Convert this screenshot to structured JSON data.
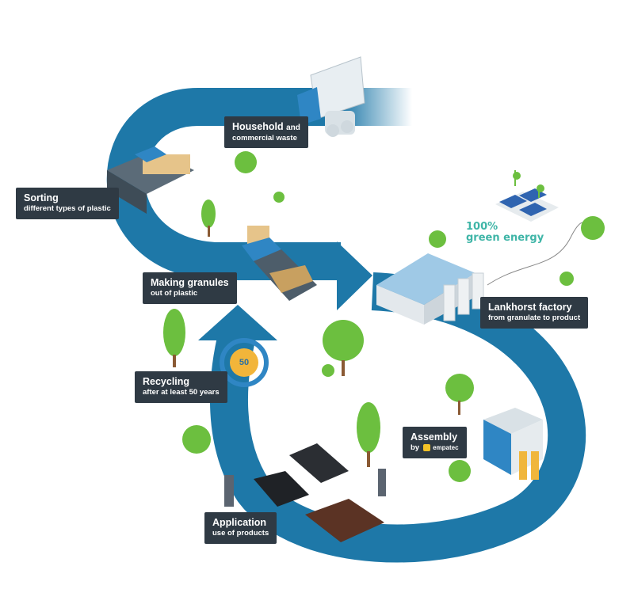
{
  "steps": {
    "household": {
      "title": "Household",
      "title_suffix": "and",
      "subtitle": "commercial waste"
    },
    "sorting": {
      "title": "Sorting",
      "subtitle": "different types of plastic"
    },
    "granules": {
      "title": "Making granules",
      "subtitle": "out of plastic"
    },
    "factory": {
      "title": "Lankhorst factory",
      "subtitle": "from granulate to product"
    },
    "recycling": {
      "title": "Recycling",
      "subtitle": "after at least 50 years"
    },
    "assembly": {
      "title": "Assembly",
      "by": "by",
      "brand": "empatec"
    },
    "application": {
      "title": "Application",
      "subtitle": "use of products"
    }
  },
  "energy": {
    "line1": "100%",
    "line2": "green energy"
  },
  "badge": "50",
  "colors": {
    "flow": "#1e78a8",
    "flow_dark": "#165f88",
    "label_bg": "#2f3a44",
    "energy": "#3fb5a7",
    "tree": "#6cbf3f"
  }
}
